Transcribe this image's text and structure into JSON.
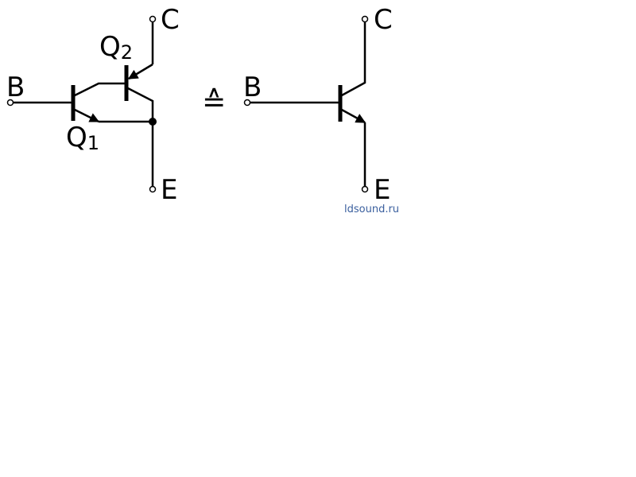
{
  "diagram": {
    "darlington": {
      "terminals": {
        "base": "B",
        "collector": "C",
        "emitter": "E"
      },
      "transistors": [
        {
          "label": "Q",
          "index": "1"
        },
        {
          "label": "Q",
          "index": "2"
        }
      ]
    },
    "equivalence_symbol": "≙",
    "equivalent_transistor": {
      "terminals": {
        "base": "B",
        "collector": "C",
        "emitter": "E"
      }
    }
  },
  "watermark": "ldsound.ru"
}
